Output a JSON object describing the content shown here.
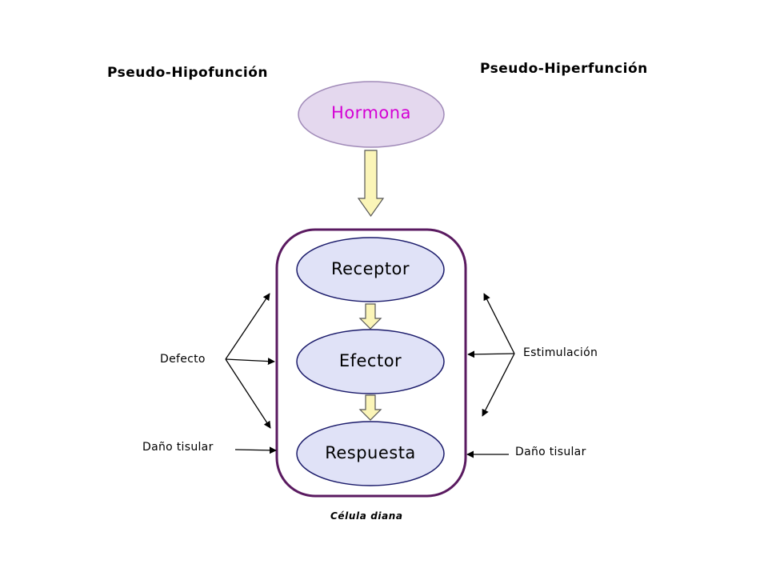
{
  "titles": {
    "left": "Pseudo-Hipofunción",
    "right": "Pseudo-Hiperfunción"
  },
  "nodes": {
    "hormona": "Hormona",
    "receptor": "Receptor",
    "efector": "Efector",
    "respuesta": "Respuesta"
  },
  "cell_label": "Célula diana",
  "left_labels": {
    "defecto": "Defecto",
    "dano": "Daño tisular"
  },
  "right_labels": {
    "estimulacion": "Estimulación",
    "dano": "Daño tisular"
  },
  "colors": {
    "ellipse_fill": "#e0e2f7",
    "ellipse_stroke": "#1a1a6a",
    "hormona_fill": "#e4d8ee",
    "hormona_text": "#d400d4",
    "cell_border": "#5a1a60",
    "block_arrow_fill": "#fbf5b8"
  }
}
